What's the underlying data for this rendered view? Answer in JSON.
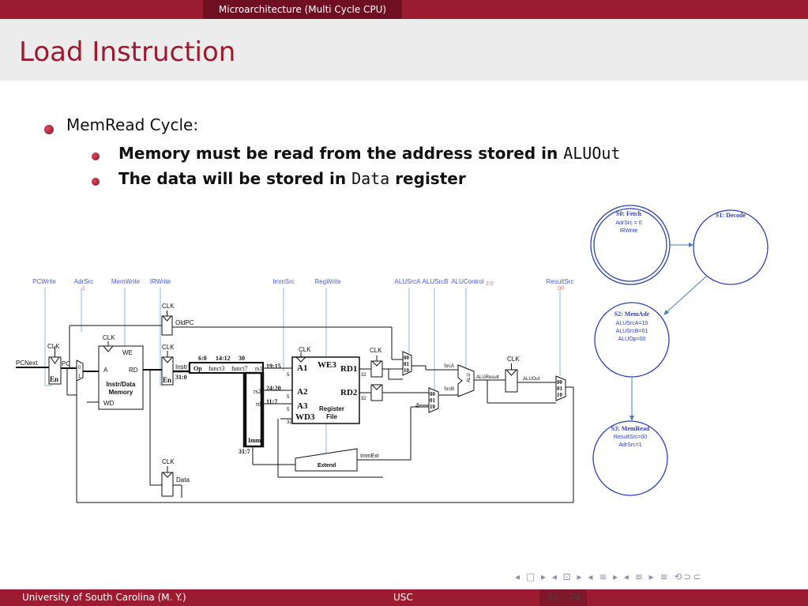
{
  "header": {
    "section": "Microarchitecture (Multi Cycle CPU)"
  },
  "slide": {
    "title": "Load Instruction",
    "bullet1": "MemRead Cycle:",
    "sub1_a": "Memory must be read from the address stored in ",
    "sub1_code": "ALUOut",
    "sub2_a": "The data will be stored in ",
    "sub2_code": "Data",
    "sub2_b": " register"
  },
  "fsm": {
    "s0_name": "S0: Fetch",
    "s0_l1": "AdrSrc = 0",
    "s0_l2": "IRWrite",
    "s1_name": "S1: Decode",
    "s2_name": "S2: MemAdr",
    "s2_l1": "ALUSrcA=10",
    "s2_l2": "ALUSrcB=01",
    "s2_l3": "ALUOp=00",
    "s3_name": "S3: MemRead",
    "s3_l1": "ResultSrc=00",
    "s3_l2": "AdrSrc=1"
  },
  "datapath": {
    "signals": {
      "pcwrite": "PCWrite",
      "adrsrc": "AdrSrc",
      "adrsrc_val": "1",
      "memwrite": "MemWrite",
      "irwrite": "IRWrite",
      "immsrc": "ImmSrc",
      "regwrite": "RegWrite",
      "alusrca": "ALUSrcA",
      "alusrcb": "ALUSrcB",
      "alucontrol": "ALUControl",
      "alucontrol_sub": "2:0",
      "resultsrc": "ResultSrc",
      "resultsrc_val": "00"
    },
    "labels": {
      "clk": "CLK",
      "pcnext": "PCNext",
      "pc": "PC",
      "en": "En",
      "mux0": "0",
      "mux1": "1",
      "we": "WE",
      "a": "A",
      "rd": "RD",
      "wd": "WD",
      "instr_data": "Instr/Data",
      "memory": "Memory",
      "oldpc": "OldPC",
      "instr": "Instr",
      "data": "Data",
      "f_6_0": "6:0",
      "f_14_12": "14:12",
      "f_30": "30",
      "op": "Op",
      "funct3": "funct3",
      "funct7": "funct7",
      "f_31_0": "31:0",
      "rs1": "rs1",
      "f_19_15": "19:15",
      "rs2": "rs2",
      "f_24_20": "24:20",
      "rd_field": "rd",
      "f_11_7": "11:7",
      "imm": "Imm",
      "f_31_7": "31:7",
      "w5": "5",
      "w32": "32",
      "we3": "WE3",
      "a1": "A1",
      "a2": "A2",
      "a3": "A3",
      "wd3": "WD3",
      "rd1": "RD1",
      "rd2": "RD2",
      "register": "Register",
      "file": "File",
      "m00": "00",
      "m01": "01",
      "m10": "10",
      "four": "4",
      "srca": "SrcA",
      "srcb": "SrcB",
      "alu": "ALU",
      "aluresult": "ALUResult",
      "aluout": "ALUOut",
      "extend": "Extend",
      "immext": "ImmExt"
    }
  },
  "footer": {
    "left": "University of South Carolina  (M. Y.)",
    "center": "USC",
    "page": "30 / 79"
  },
  "nav": {
    "glyphs": "◂ □ ▸ ◂ ⊡ ▸ ◂ ≡ ▸ ◂ ≡ ▸   ≡   ⟲⊃⊂"
  },
  "colors": {
    "accent": "#9b1c31",
    "fsm_blue": "#2b43b8",
    "signal_blue": "#4a5bd6"
  }
}
